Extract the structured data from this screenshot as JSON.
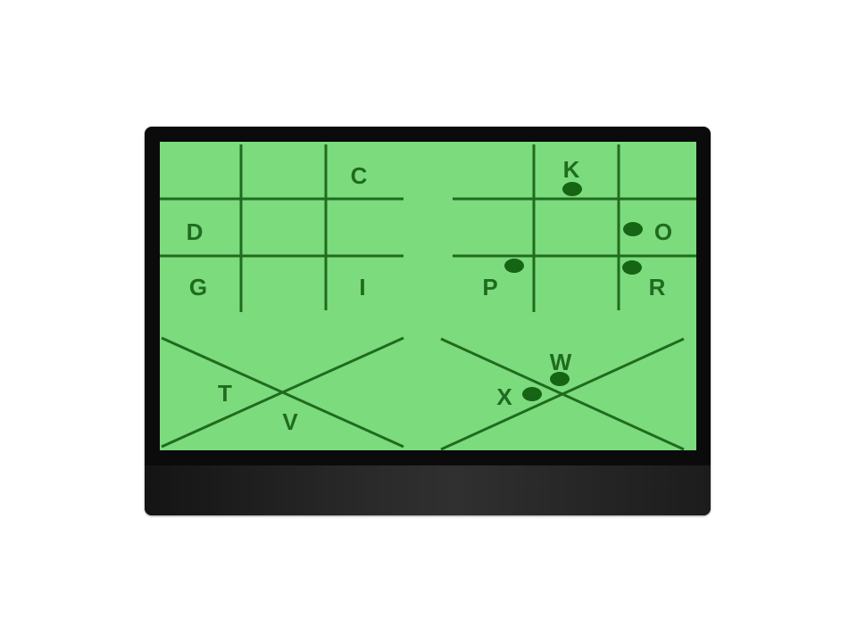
{
  "colors": {
    "screen_bg": "#7cdb7c",
    "line": "#1f6b1f",
    "dot": "#156515",
    "frame": "#0b0b0b"
  },
  "panels": {
    "grid_letters": {
      "c": "C",
      "d": "D",
      "g": "G",
      "i": "I"
    },
    "grid_dots": {
      "k": "K",
      "o": "O",
      "p": "P",
      "r": "R"
    },
    "x_letters": {
      "t": "T",
      "v": "V"
    },
    "x_dots": {
      "w": "W",
      "x": "X"
    }
  }
}
